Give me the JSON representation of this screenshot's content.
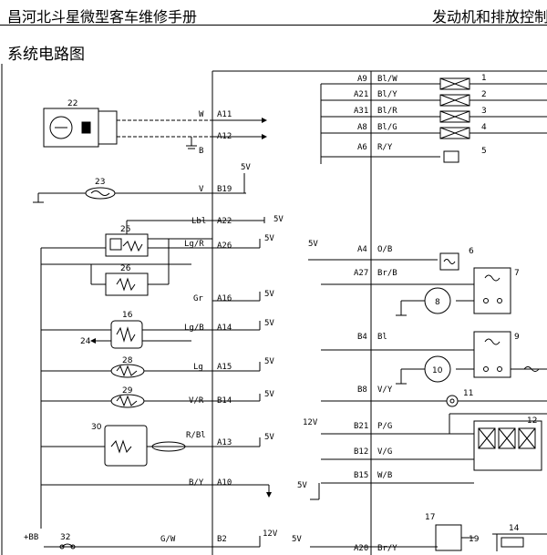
{
  "header": {
    "book_title": "昌河北斗星微型客车维修手册",
    "chapter_title": "发动机和排放控制"
  },
  "section_title": "系统电路图",
  "left_pins": [
    {
      "pin": "A11",
      "wire": "W"
    },
    {
      "pin": "A12",
      "wire": "B"
    },
    {
      "pin": "B19",
      "wire": "V"
    },
    {
      "pin": "A22",
      "wire": "Lbl"
    },
    {
      "pin": "A26",
      "wire": "Lg/R"
    },
    {
      "pin": "A16",
      "wire": "Gr"
    },
    {
      "pin": "A14",
      "wire": "Lg/B"
    },
    {
      "pin": "A15",
      "wire": "Lg"
    },
    {
      "pin": "B14",
      "wire": "V/R"
    },
    {
      "pin": "A13",
      "wire": "R/Bl"
    },
    {
      "pin": "A10",
      "wire": "B/Y"
    },
    {
      "pin": "B2",
      "wire": "G/W"
    }
  ],
  "right_pins": [
    {
      "pin": "A9",
      "wire": "Bl/W"
    },
    {
      "pin": "A21",
      "wire": "Bl/Y"
    },
    {
      "pin": "A31",
      "wire": "Bl/R"
    },
    {
      "pin": "A8",
      "wire": "Bl/G"
    },
    {
      "pin": "A6",
      "wire": "R/Y"
    },
    {
      "pin": "A4",
      "wire": "O/B"
    },
    {
      "pin": "A27",
      "wire": "Br/B"
    },
    {
      "pin": "B4",
      "wire": "Bl"
    },
    {
      "pin": "B8",
      "wire": "V/Y"
    },
    {
      "pin": "B21",
      "wire": "P/G"
    },
    {
      "pin": "B12",
      "wire": "V/G"
    },
    {
      "pin": "B15",
      "wire": "W/B"
    },
    {
      "pin": "A20",
      "wire": "Br/Y"
    }
  ],
  "voltage_labels": {
    "v5": "5V",
    "v12": "12V",
    "batt": "+BB"
  },
  "component_numbers": [
    "1",
    "2",
    "3",
    "4",
    "5",
    "6",
    "7",
    "8",
    "9",
    "10",
    "11",
    "12",
    "14",
    "16",
    "17",
    "19",
    "22",
    "23",
    "24",
    "25",
    "26",
    "28",
    "29",
    "30",
    "32"
  ]
}
